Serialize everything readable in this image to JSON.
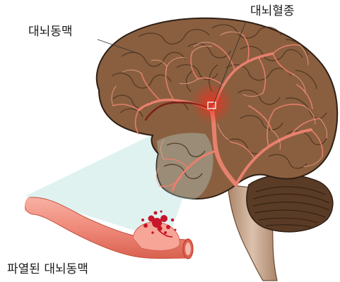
{
  "labels": {
    "cerebral_artery": "대뇌동맥",
    "aneurysm": "대뇌혈종",
    "ruptured_artery": "파열된 대뇌동맥"
  },
  "colors": {
    "brain_fill": "#8a5f3f",
    "brain_outline": "#2f1f14",
    "gyrus_line": "#4a3220",
    "vessel": "#e8806e",
    "vessel_dark": "#7a2116",
    "zoom_area": "#b8e3dd",
    "cerebellum": "#5a3b25",
    "brainstem": "#c9a58c",
    "tube": "#f08a7a",
    "blood": "#c8152a",
    "background": "#ffffff"
  },
  "icons": [
    "blood-splash-icon",
    "magnifier-box-icon"
  ]
}
